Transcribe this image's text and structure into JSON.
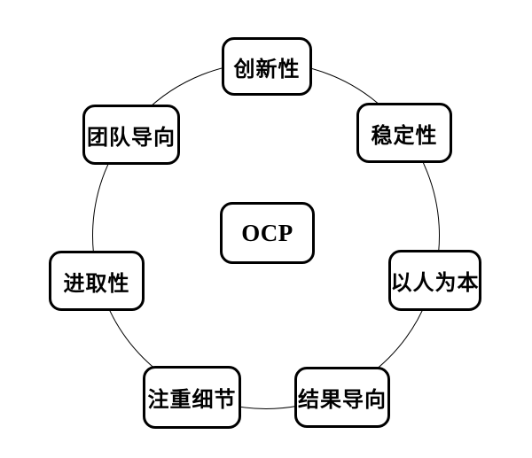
{
  "diagram": {
    "title_hidden": "",
    "center": {
      "label": "OCP"
    },
    "nodes": [
      {
        "id": "innovation",
        "label": "创新性"
      },
      {
        "id": "team-oriented",
        "label": "团队导向"
      },
      {
        "id": "stability",
        "label": "稳定性"
      },
      {
        "id": "aggressiveness",
        "label": "进取性"
      },
      {
        "id": "people-oriented",
        "label": "以人为本"
      },
      {
        "id": "detail-oriented",
        "label": "注重细节"
      },
      {
        "id": "result-oriented",
        "label": "结果导向"
      }
    ],
    "colors": {
      "line": "#000000",
      "node_border": "#000000",
      "node_fill": "#ffffff",
      "text": "#000000",
      "background": "#ffffff"
    }
  }
}
